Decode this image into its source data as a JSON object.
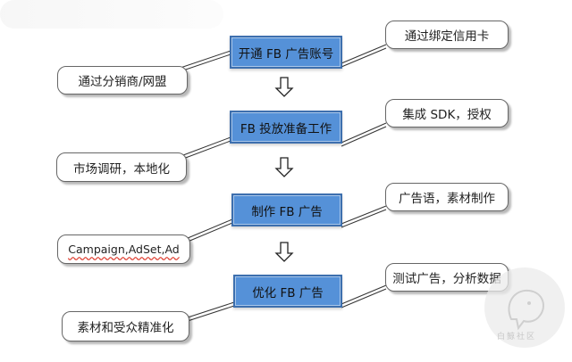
{
  "steps": [
    {
      "label": "开通 FB 广告账号"
    },
    {
      "label": "FB 投放准备工作"
    },
    {
      "label": "制作 FB 广告"
    },
    {
      "label": "优化 FB 广告"
    }
  ],
  "right_notes": [
    "通过绑定信用卡",
    "集成 SDK，授权",
    "广告语，素材制作",
    "测试广告，分析数据"
  ],
  "left_notes": [
    "通过分销商/网盟",
    "市场调研，本地化",
    "Campaign,AdSet,Ad",
    "素材和受众精准化"
  ],
  "watermark": {
    "text": "白鲸社区"
  },
  "colors": {
    "step_fill": "#5591d8",
    "step_border": "#3d6fae"
  }
}
